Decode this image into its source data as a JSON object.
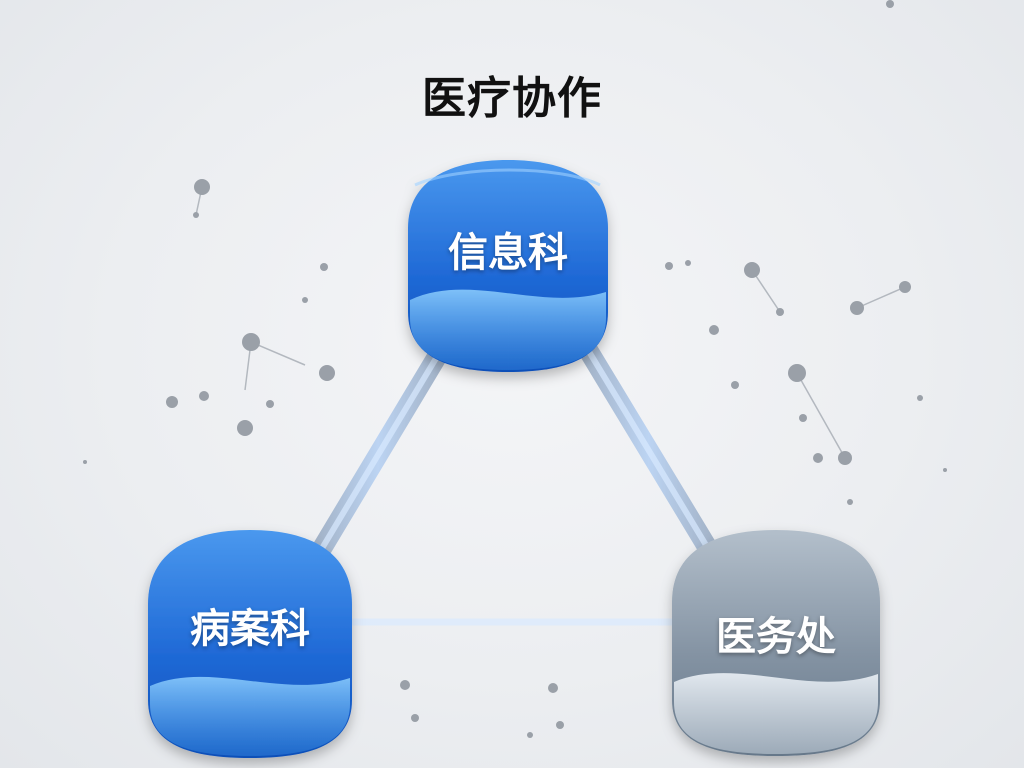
{
  "title": "医疗协作",
  "nodes": [
    {
      "id": "info",
      "label": "信息科",
      "color": "blue"
    },
    {
      "id": "records",
      "label": "病案科",
      "color": "blue"
    },
    {
      "id": "medical-affairs",
      "label": "医务处",
      "color": "gray"
    }
  ],
  "links": [
    {
      "from": "info",
      "to": "records"
    },
    {
      "from": "info",
      "to": "medical-affairs"
    },
    {
      "from": "records",
      "to": "medical-affairs"
    }
  ],
  "colors": {
    "blue_top": "#3d8eea",
    "blue_bottom": "#0f56c2",
    "gray_top": "#a9b5c2",
    "gray_bottom": "#6f7f90",
    "link": "#a7b6cc",
    "title": "#111111"
  }
}
